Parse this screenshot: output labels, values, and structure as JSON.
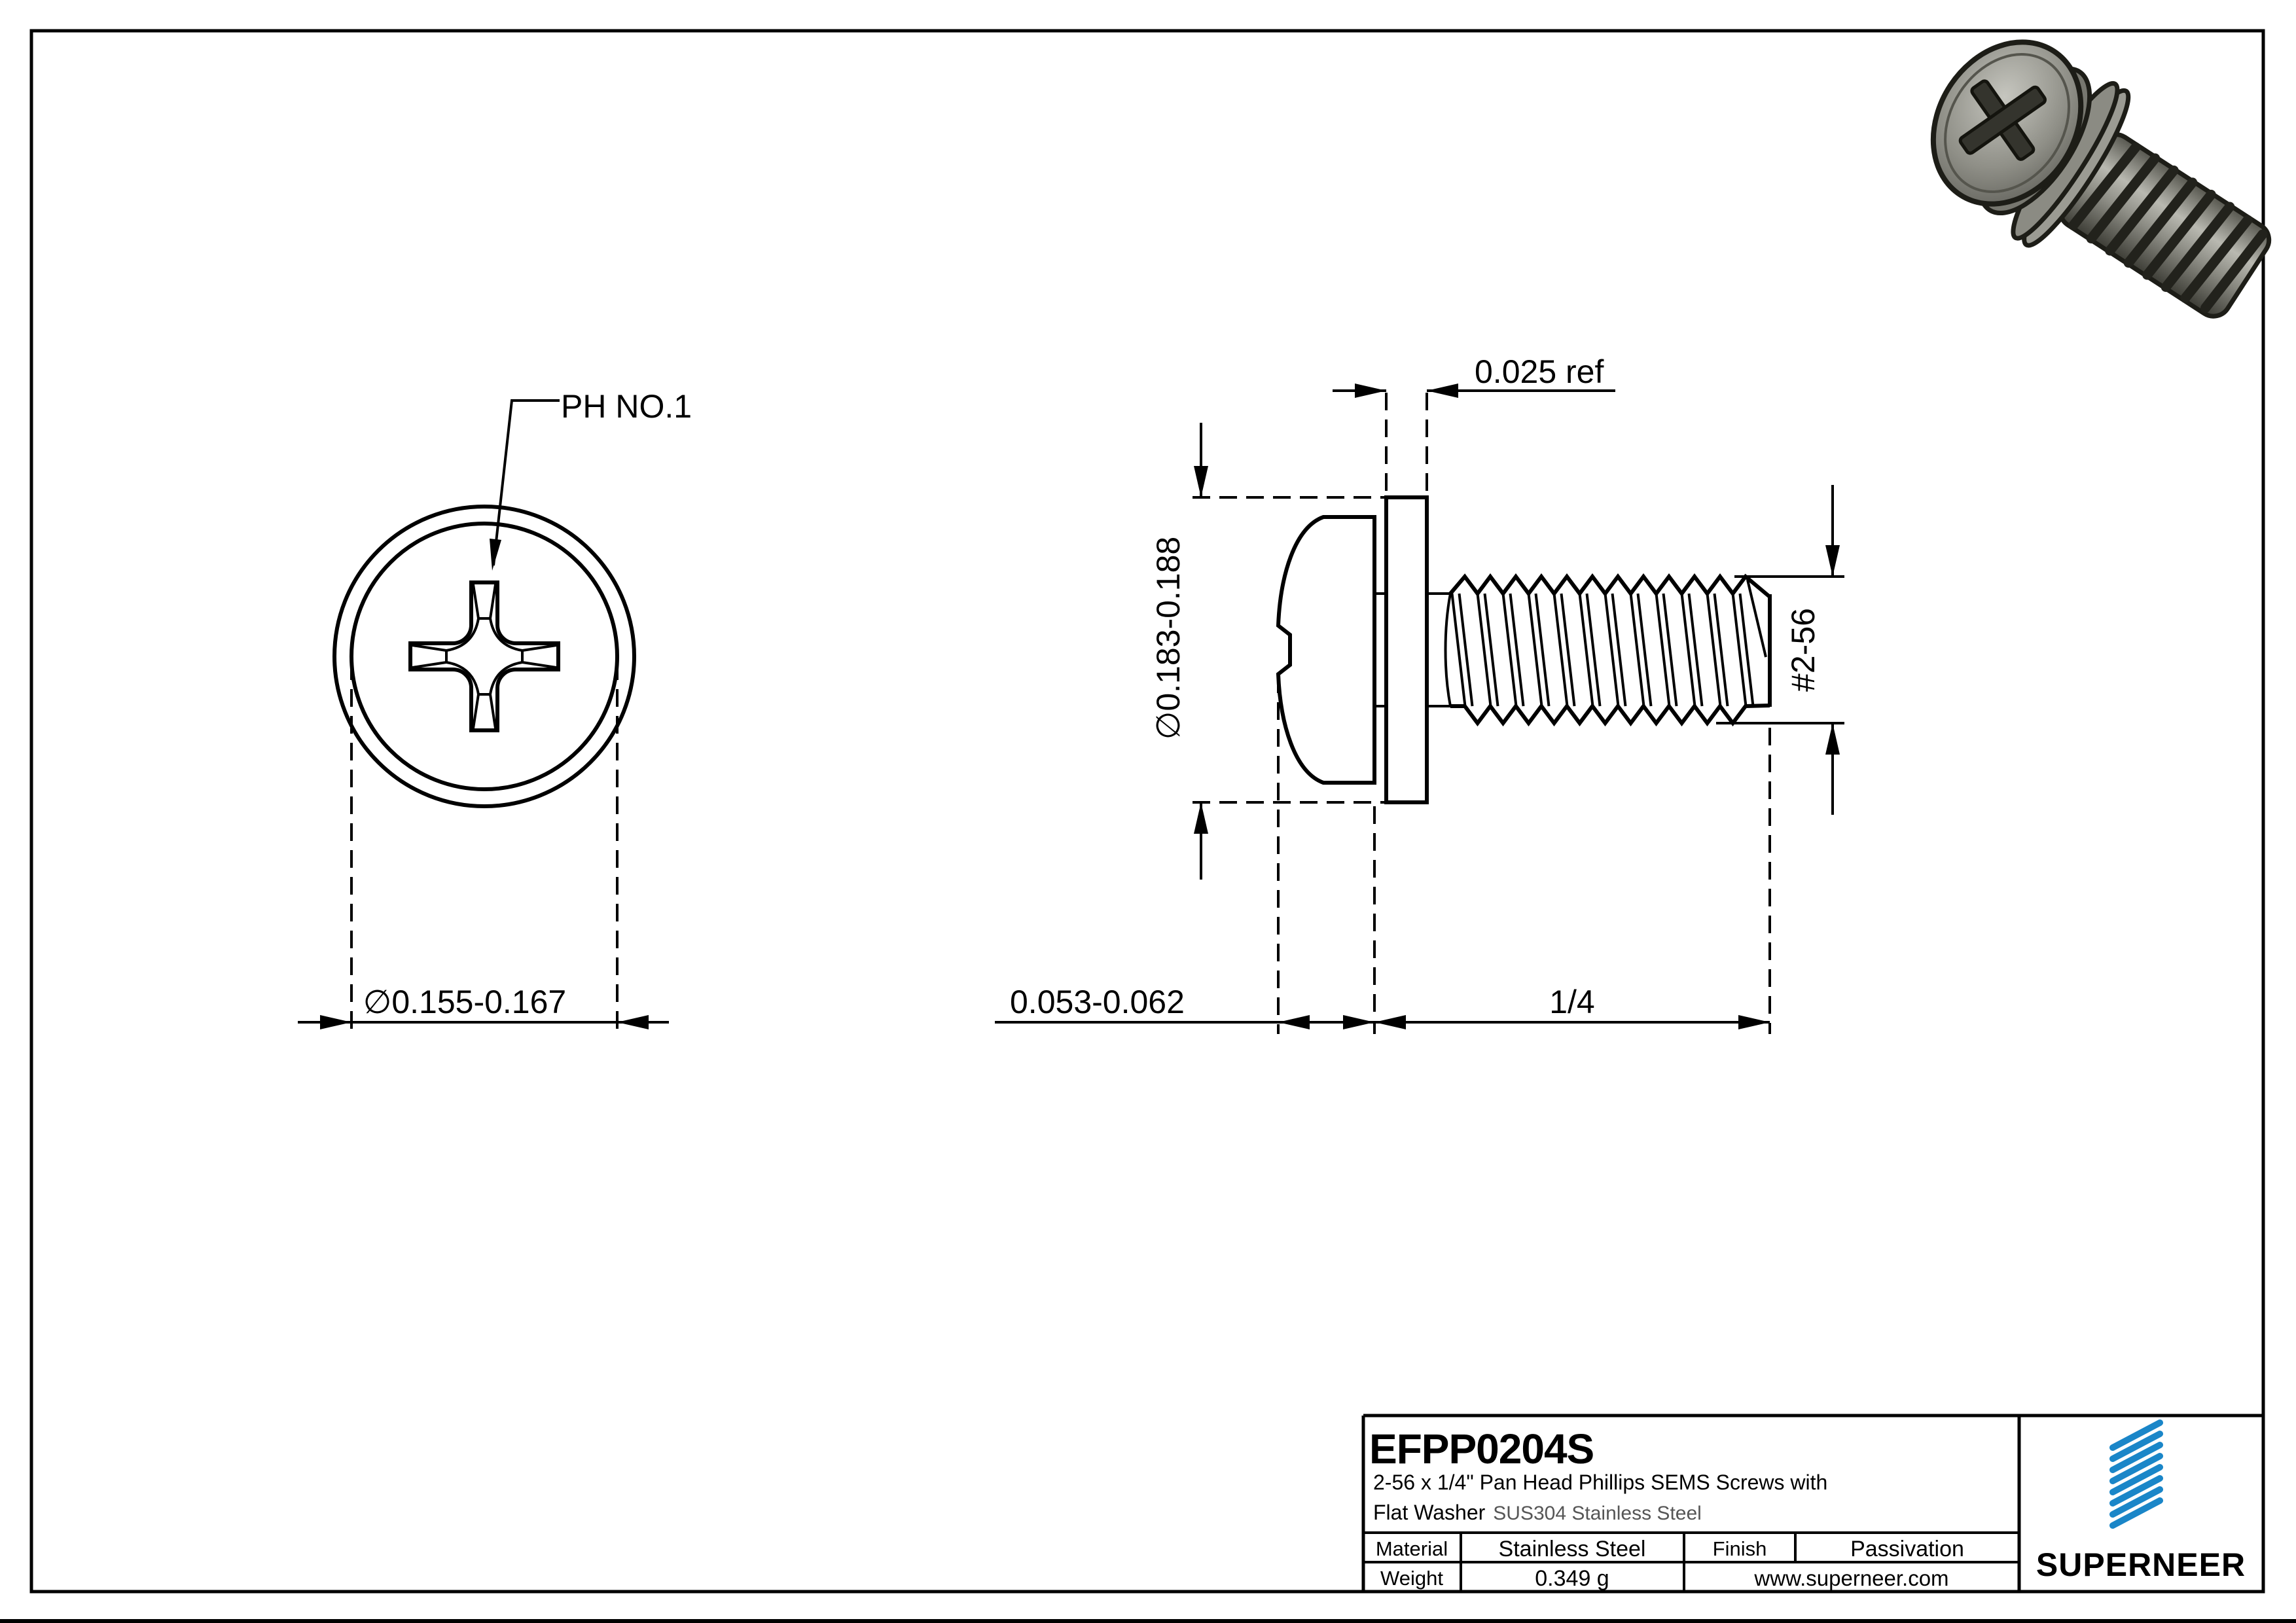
{
  "front_view": {
    "ph_label": "PH NO.1",
    "dim_head_dia": "∅0.155-0.167"
  },
  "side_view": {
    "dim_washer_thickness": "0.025 ref",
    "dim_washer_od": "∅0.183-0.188",
    "dim_thread_size": "#2-56",
    "dim_head_height": "0.053-0.062",
    "dim_thread_length": "1/4"
  },
  "title_block": {
    "part_number": "EFPP0204S",
    "description_line1": "2-56 x 1/4\" Pan Head Phillips SEMS Screws with",
    "description_line2": "Flat Washer",
    "description_line2_suffix": "SUS304 Stainless Steel",
    "material_label": "Material",
    "material_value": "Stainless Steel",
    "finish_label": "Finish",
    "finish_value": "Passivation",
    "weight_label": "Weight",
    "weight_value": "0.349 g",
    "website": "www.superneer.com",
    "brand": "SUPERNEER"
  },
  "colors": {
    "brand_blue": "#1a86c8",
    "link_blue": "#2e8fd0",
    "muted_gray": "#565656"
  }
}
